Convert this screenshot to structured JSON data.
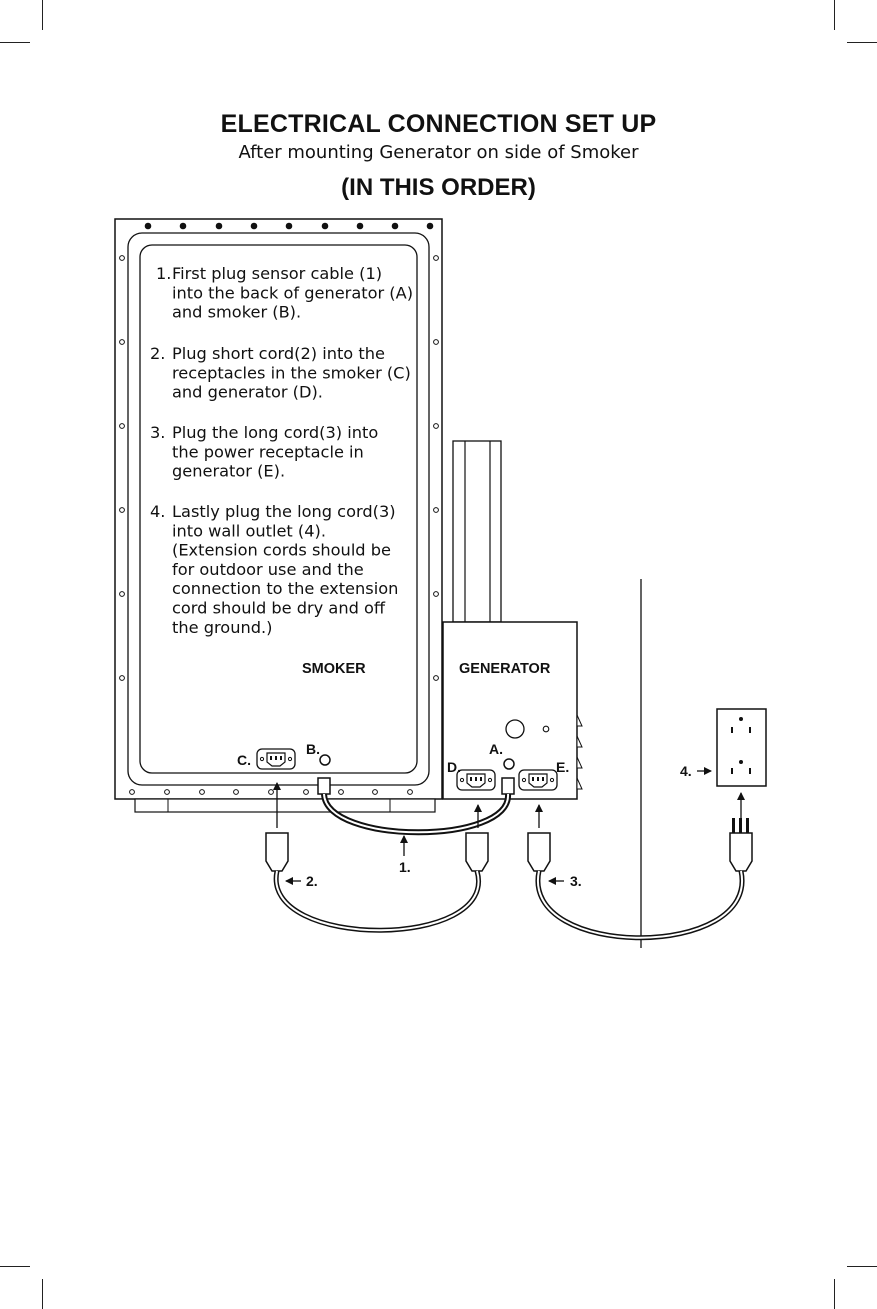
{
  "header": {
    "title": "ELECTRICAL CONNECTION SET UP",
    "subtitle": "After mounting Generator on side of Smoker",
    "order_note": "(IN THIS ORDER)"
  },
  "instructions": [
    {
      "number": "1.",
      "lines": [
        "First plug sensor cable (1)",
        "into the back of generator (A)",
        "and smoker (B)."
      ]
    },
    {
      "number": "2.",
      "lines": [
        "Plug short cord(2) into the",
        "receptacles in the smoker (C)",
        "and generator (D)."
      ]
    },
    {
      "number": "3.",
      "lines": [
        "Plug the long cord(3) into",
        "the power receptacle in",
        "generator (E)."
      ]
    },
    {
      "number": "4.",
      "lines": [
        "Lastly plug the long cord(3)",
        "into wall outlet (4).",
        "(Extension cords should be",
        "for outdoor use and the",
        "connection to the extension",
        "cord should be dry and off",
        "the ground.)"
      ]
    }
  ],
  "labels": {
    "smoker": "SMOKER",
    "generator": "GENERATOR",
    "point_a": "A.",
    "point_b": "B.",
    "point_c": "C.",
    "point_d": "D.",
    "point_e": "E.",
    "cable_1": "1.",
    "cable_2": "2.",
    "cable_3": "3.",
    "outlet_4": "4."
  },
  "icons": [
    "receptacle-icon",
    "wall-outlet-icon",
    "plug-icon",
    "arrow-icon"
  ]
}
